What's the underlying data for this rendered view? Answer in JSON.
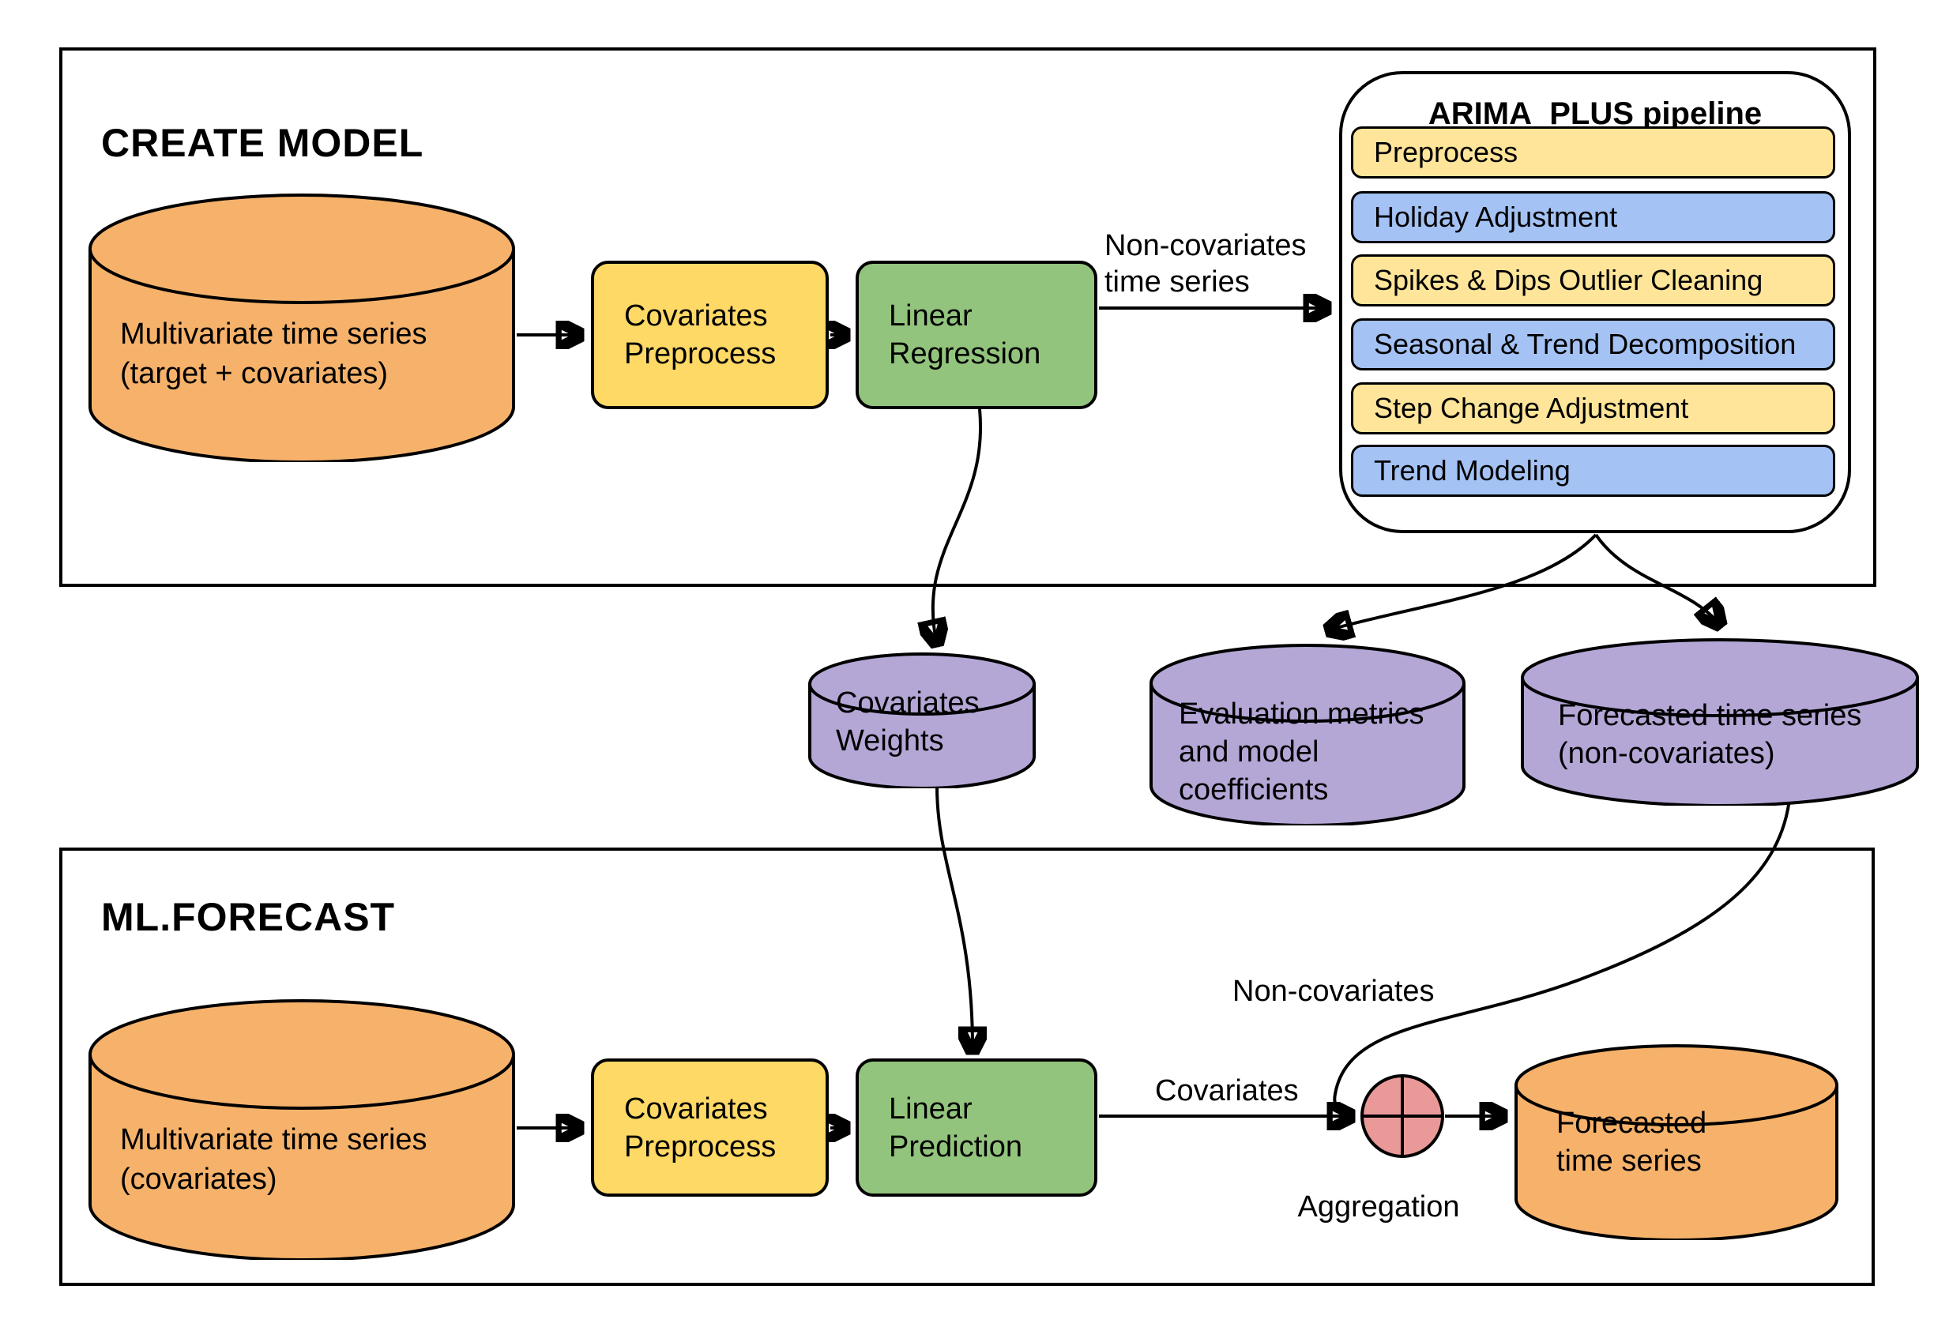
{
  "colors": {
    "orange": "#F6B26B",
    "yellow": "#FFD966",
    "pipeline_yellow": "#FFE599",
    "pipeline_blue": "#A4C2F4",
    "green": "#93C47D",
    "purple": "#B4A7D6",
    "pink": "#EA9999",
    "stroke": "#000000"
  },
  "create_model": {
    "title": "CREATE MODEL",
    "input_cylinder": {
      "line1": "Multivariate time series",
      "line2": "(target + covariates)"
    },
    "covariates_preprocess": {
      "line1": "Covariates",
      "line2": "Preprocess"
    },
    "linear_regression": {
      "line1": "Linear",
      "line2": "Regression"
    },
    "non_covariates_ts_label": {
      "line1": "Non-covariates",
      "line2": "time series"
    },
    "arima_pipeline": {
      "title": "ARIMA_PLUS pipeline",
      "steps": [
        {
          "label": "Preprocess"
        },
        {
          "label": "Holiday Adjustment"
        },
        {
          "label": "Spikes & Dips Outlier Cleaning"
        },
        {
          "label": "Seasonal & Trend Decomposition"
        },
        {
          "label": "Step Change Adjustment"
        },
        {
          "label": "Trend Modeling"
        }
      ]
    }
  },
  "outputs": {
    "covariates_weights": {
      "line1": "Covariates",
      "line2": "Weights"
    },
    "evaluation_metrics": {
      "line1": "Evaluation metrics",
      "line2": "and model",
      "line3": "coefficients"
    },
    "forecasted_non_covariates": {
      "line1": "Forecasted time series",
      "line2": "(non-covariates)"
    }
  },
  "ml_forecast": {
    "title": "ML.FORECAST",
    "input_cylinder": {
      "line1": "Multivariate time series",
      "line2": "(covariates)"
    },
    "covariates_preprocess": {
      "line1": "Covariates",
      "line2": "Preprocess"
    },
    "linear_prediction": {
      "line1": "Linear",
      "line2": "Prediction"
    },
    "covariates_label": "Covariates",
    "non_covariates_label": "Non-covariates",
    "aggregation_label": "Aggregation",
    "output_cylinder": {
      "line1": "Forecasted",
      "line2": "time series"
    }
  }
}
